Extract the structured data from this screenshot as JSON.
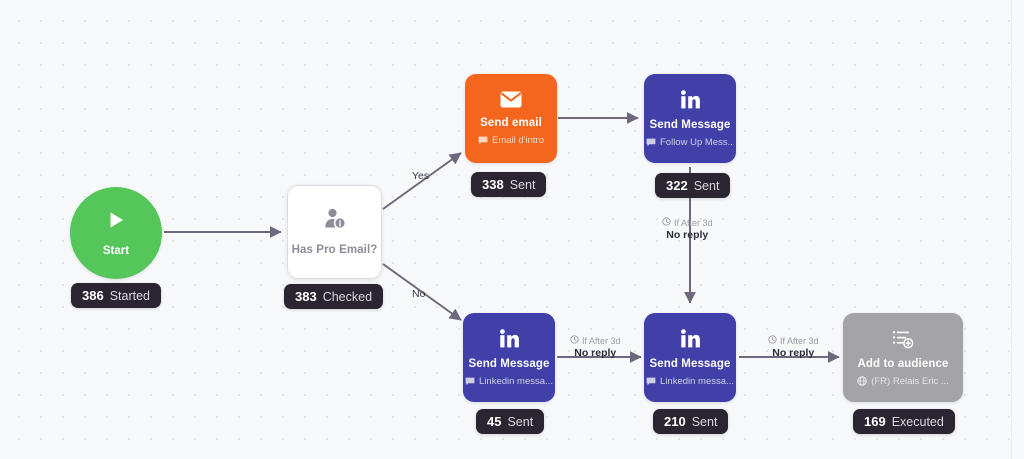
{
  "canvas": {
    "background_color": "#f7f8fa",
    "dot_color": "#e2e4ea"
  },
  "colors": {
    "orange": "#f4661e",
    "blue": "#4040a8",
    "gray": "#a3a3a8",
    "green": "#55c65a",
    "badge": "#2b2531",
    "wire": "#6f687c"
  },
  "nodes": {
    "start": {
      "title": "Start",
      "icon": "play-icon",
      "badge": {
        "count": "386",
        "label": "Started"
      }
    },
    "has_pro_email": {
      "title": "Has Pro Email?",
      "icon": "person-info-icon",
      "badge": {
        "count": "383",
        "label": "Checked"
      }
    },
    "send_email": {
      "title": "Send email",
      "subtitle": "Email d'intro",
      "icon": "envelope-icon",
      "sub_icon": "message-icon",
      "badge": {
        "count": "338",
        "label": "Sent"
      }
    },
    "follow_up_message": {
      "title": "Send Message",
      "subtitle": "Follow Up Mess...",
      "icon": "linkedin-icon",
      "sub_icon": "message-icon",
      "badge": {
        "count": "322",
        "label": "Sent"
      }
    },
    "linkedin_message_1": {
      "title": "Send Message",
      "subtitle": "Linkedin messa...",
      "icon": "linkedin-icon",
      "sub_icon": "message-icon",
      "badge": {
        "count": "45",
        "label": "Sent"
      }
    },
    "linkedin_message_2": {
      "title": "Send Message",
      "subtitle": "Linkedin messa...",
      "icon": "linkedin-icon",
      "sub_icon": "message-icon",
      "badge": {
        "count": "210",
        "label": "Sent"
      }
    },
    "add_to_audience": {
      "title": "Add to audience",
      "subtitle": "(FR) Relais Eric ...",
      "icon": "list-add-icon",
      "sub_icon": "globe-icon",
      "badge": {
        "count": "169",
        "label": "Executed"
      }
    }
  },
  "edges": {
    "yes_branch": {
      "label": "Yes"
    },
    "no_branch": {
      "label": "No"
    },
    "followup_to_linkedin2": {
      "condition": "If After 3d",
      "label": "No reply",
      "icon": "clock-icon"
    },
    "linkedin1_to_linkedin2": {
      "condition": "If After 3d",
      "label": "No reply",
      "icon": "clock-icon"
    },
    "linkedin2_to_audience": {
      "condition": "If After 3d",
      "label": "No reply",
      "icon": "clock-icon"
    }
  }
}
